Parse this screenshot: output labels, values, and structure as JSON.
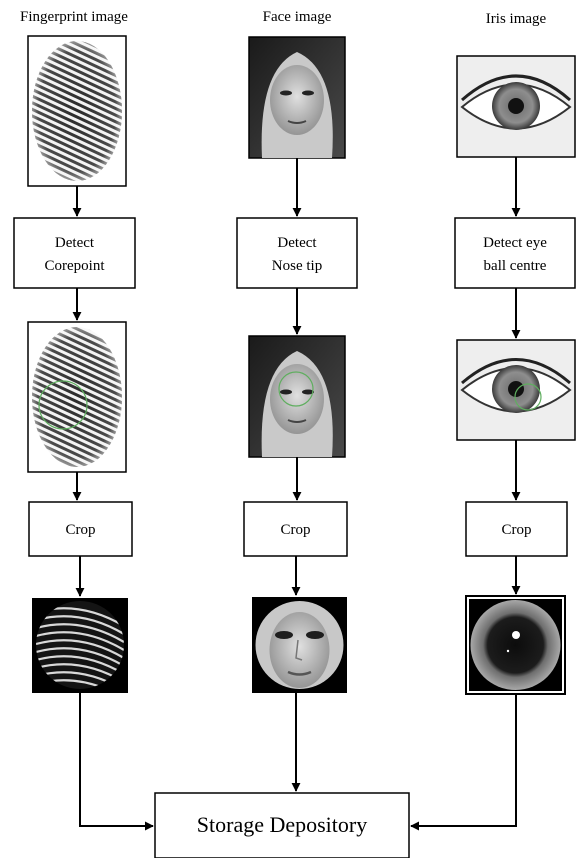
{
  "columns": [
    {
      "id": "fingerprint",
      "title": "Fingerprint image",
      "detect_lines": [
        "Detect",
        "Corepoint"
      ],
      "crop_label": "Crop",
      "source_image": "fingerprint-image",
      "marked_image": "fingerprint-with-corepoint",
      "cropped_image": "cropped-fingerprint-region"
    },
    {
      "id": "face",
      "title": "Face image",
      "detect_lines": [
        "Detect",
        "Nose tip"
      ],
      "crop_label": "Crop",
      "source_image": "face-image",
      "marked_image": "face-with-nose-tip",
      "cropped_image": "cropped-face-region"
    },
    {
      "id": "iris",
      "title": "Iris image",
      "detect_lines": [
        "Detect eye",
        "ball centre"
      ],
      "crop_label": "Crop",
      "source_image": "iris-image",
      "marked_image": "iris-with-eyeball-centre",
      "cropped_image": "cropped-iris-region"
    }
  ],
  "storage": {
    "label": "Storage Depository"
  },
  "colors": {
    "stroke": "#000000",
    "marker": "#5fae5f"
  }
}
